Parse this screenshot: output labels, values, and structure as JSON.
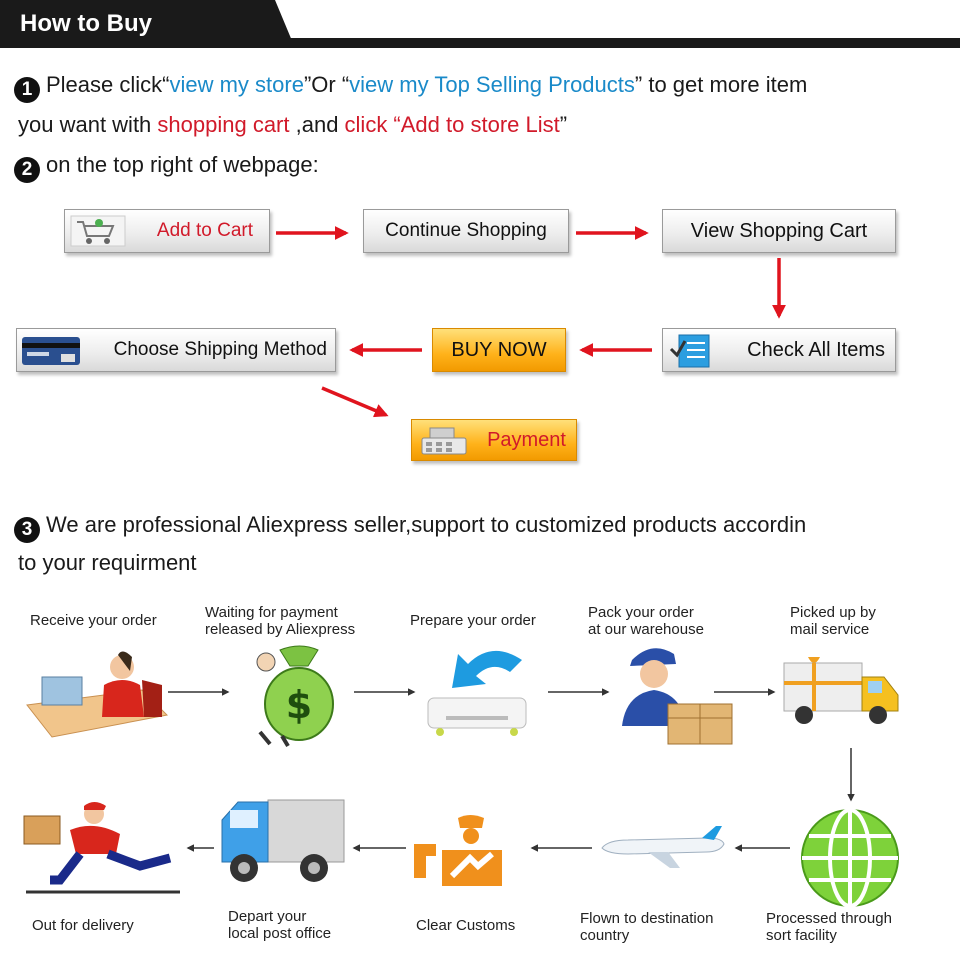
{
  "header": {
    "title": "How to Buy"
  },
  "step1": {
    "number": "1",
    "prefix": "Please click“",
    "link1": "view my store",
    "mid1": "”Or “",
    "link2": "view my Top Selling Products",
    "suffix": "” to get more item",
    "line2_prefix": "you want with ",
    "red1": "shopping cart",
    "line2_mid": " ,and ",
    "red2": "click “Add to store List",
    "line2_end": "”"
  },
  "step2": {
    "number": "2",
    "text": "on the top right of webpage:"
  },
  "flow": {
    "add_to_cart": "Add to Cart",
    "continue_shopping": "Continue Shopping",
    "view_shopping_cart": "View Shopping Cart",
    "check_all_items": "Check All Items",
    "buy_now": "BUY NOW",
    "choose_shipping": "Choose Shipping Method",
    "payment": "Payment"
  },
  "step3": {
    "number": "3",
    "line1": "We are professional Aliexpress seller,support to customized products accordin",
    "line2": "to your requirment"
  },
  "process": {
    "receive": "Receive your order",
    "waiting_1": "Waiting for payment",
    "waiting_2": "released by Aliexpress",
    "prepare": "Prepare your order",
    "pack_1": "Pack your order",
    "pack_2": "at our warehouse",
    "picked_1": "Picked up by",
    "picked_2": "mail service",
    "processed_1": "Processed through",
    "processed_2": "sort facility",
    "flown_1": "Flown to destination",
    "flown_2": "country",
    "customs": "Clear Customs",
    "depart_1": "Depart your",
    "depart_2": "local post office",
    "delivery": "Out for delivery"
  },
  "colors": {
    "link_blue": "#1a8ac9",
    "highlight_red": "#d11a2a",
    "arrow_red": "#e0141e",
    "button_orange": "#ffb21a"
  },
  "icons": {
    "cart": "shopping-cart-icon",
    "card": "credit-card-icon",
    "checklist": "checklist-icon",
    "register": "cash-register-icon",
    "money_bag": "money-bag-icon",
    "download": "download-tray-icon",
    "worker": "warehouse-worker-icon",
    "truck": "delivery-truck-icon",
    "globe": "globe-icon",
    "plane": "airplane-icon",
    "customs": "customs-officer-icon",
    "courier": "running-courier-icon"
  }
}
